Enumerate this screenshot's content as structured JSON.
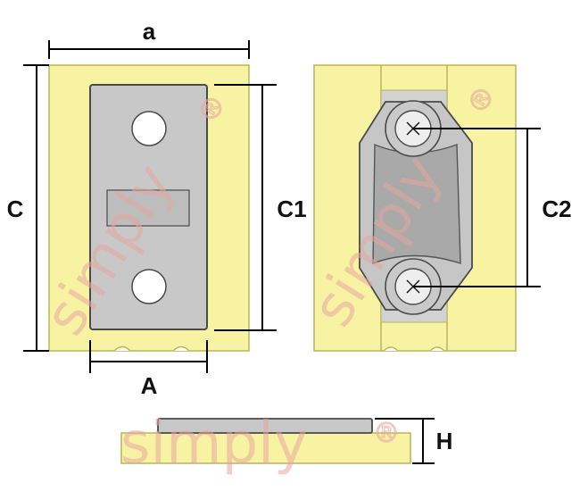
{
  "labels": {
    "a": "a",
    "C": "C",
    "C1": "C1",
    "A": "A",
    "C2": "C2",
    "H": "H"
  },
  "watermark": {
    "text": "simply",
    "mark": "®"
  },
  "colors": {
    "base_fill": "#f7f3a3",
    "base_stroke": "#b9b55a",
    "plate_fill": "#c8c8c8",
    "plate_stroke": "#4a4a4a",
    "line": "#000000"
  }
}
